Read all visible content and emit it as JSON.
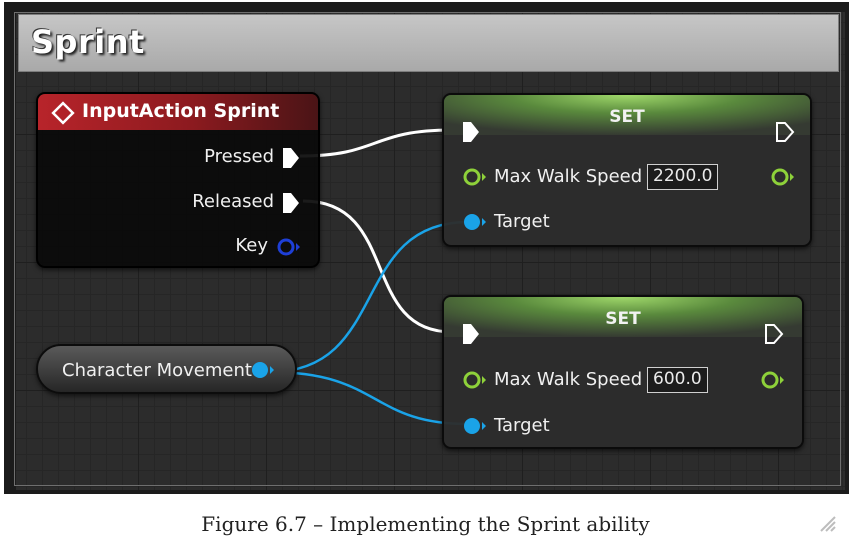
{
  "comment": {
    "title": "Sprint"
  },
  "event_node": {
    "title": "InputAction Sprint",
    "pins": {
      "pressed": "Pressed",
      "released": "Released",
      "key": "Key"
    }
  },
  "set_nodes": [
    {
      "title": "SET",
      "property": "Max Walk Speed",
      "value": "2200.0",
      "target": "Target"
    },
    {
      "title": "SET",
      "property": "Max Walk Speed",
      "value": "600.0",
      "target": "Target"
    }
  ],
  "variable_node": {
    "label": "Character Movement"
  },
  "caption": "Figure 6.7 – Implementing the Sprint ability",
  "colors": {
    "exec_wire": "#ffffff",
    "object_wire": "#1aa3e8",
    "float_pin": "#8ed13a",
    "event_header": "#b8242a",
    "key_pin": "#1e3fd6"
  }
}
